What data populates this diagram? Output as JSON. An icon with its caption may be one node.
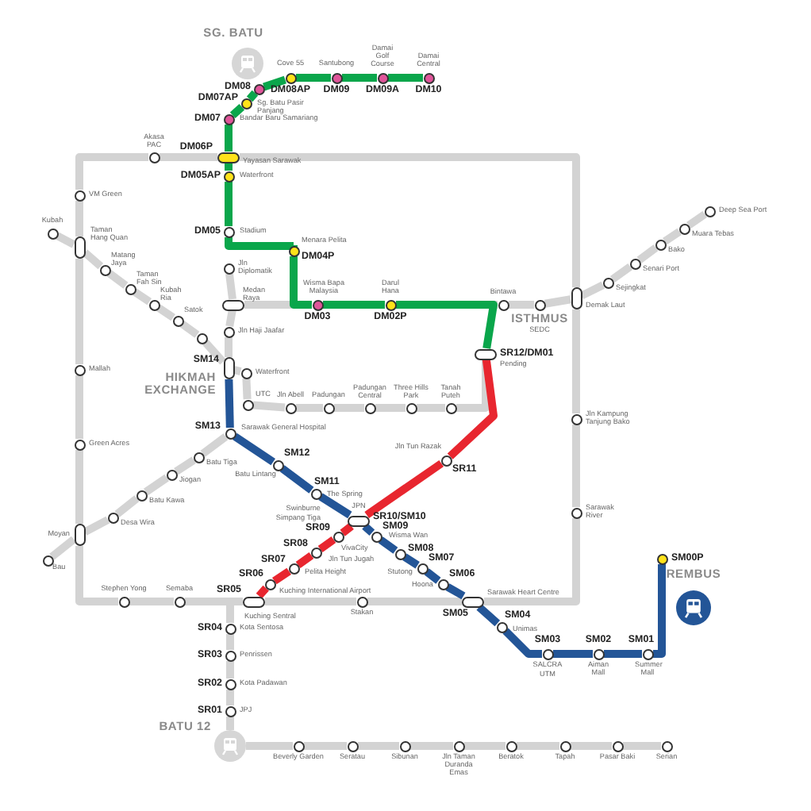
{
  "diagram": {
    "nodes": [
      {
        "text": [],
        "shape": "circle",
        "beside": [
          "DM10",
          "Damai Central"
        ]
      },
      {
        "text": [],
        "shape": "circle",
        "beside": [
          "DM09A",
          "Damai Golf Course"
        ]
      },
      {
        "text": [],
        "shape": "circle",
        "beside": [
          "DM09",
          "Santubong"
        ]
      },
      {
        "text": [],
        "shape": "circle",
        "beside": [
          "DM08AP",
          "Cove 55"
        ]
      },
      {
        "text": [],
        "shape": "circle",
        "beside": [
          "DM08"
        ]
      },
      {
        "text": [],
        "shape": "circle",
        "beside": [
          "DM07AP",
          "Sg. Batu Pasir Panjang"
        ]
      },
      {
        "text": [],
        "shape": "circle",
        "beside": [
          "DM07",
          "Bandar Baru Samariang"
        ]
      },
      {
        "text": [],
        "shape": "circle",
        "beside": [
          "DM06P",
          "Yayasan Sarawak"
        ]
      },
      {
        "text": [],
        "shape": "circle",
        "beside": [
          "DM05AP",
          "Waterfront"
        ]
      },
      {
        "text": [],
        "shape": "circle",
        "beside": [
          "DM05",
          "Stadium"
        ]
      },
      {
        "text": [],
        "shape": "circle",
        "beside": [
          "DM04P",
          "Menara Pelita"
        ]
      },
      {
        "text": [],
        "shape": "circle",
        "beside": [
          "DM03",
          "Wisma Bapa Malaysia"
        ]
      },
      {
        "text": [],
        "shape": "circle",
        "beside": [
          "DM02P",
          "Darul Hana"
        ]
      },
      {
        "text": [],
        "shape": "circle",
        "beside": [
          "SR12/DM01",
          "Pending"
        ]
      },
      {
        "text": [],
        "shape": "circle",
        "beside": [
          "SR11",
          "Jln Tun Razak"
        ]
      },
      {
        "text": [],
        "shape": "circle",
        "beside": [
          "SR10/SM10",
          "JPN",
          "Swinburne",
          "Simpang Tiga"
        ]
      },
      {
        "text": [],
        "shape": "circle",
        "beside": [
          "SR09",
          "VivaCity"
        ]
      },
      {
        "text": [],
        "shape": "circle",
        "beside": [
          "SR08",
          "Jln Tun Jugah"
        ]
      },
      {
        "text": [],
        "shape": "circle",
        "beside": [
          "SR07",
          "Pelita Height"
        ]
      },
      {
        "text": [],
        "shape": "circle",
        "beside": [
          "SR06",
          "Kuching International Airport"
        ]
      },
      {
        "text": [],
        "shape": "circle",
        "beside": [
          "SR05",
          "Kuching Sentral"
        ]
      },
      {
        "text": [],
        "shape": "circle",
        "beside": [
          "SR04",
          "Kota Sentosa"
        ]
      },
      {
        "text": [],
        "shape": "circle",
        "beside": [
          "SR03",
          "Penrissen"
        ]
      },
      {
        "text": [],
        "shape": "circle",
        "beside": [
          "SR02",
          "Kota Padawan"
        ]
      },
      {
        "text": [],
        "shape": "circle",
        "beside": [
          "SR01",
          "JPJ"
        ]
      },
      {
        "text": [],
        "shape": "circle",
        "beside": [
          "BATU 12"
        ]
      },
      {
        "text": [],
        "shape": "circle",
        "beside": [
          "SM14",
          "HIKMAH EXCHANGE"
        ]
      },
      {
        "text": [],
        "shape": "circle",
        "beside": [
          "SM13",
          "Sarawak General Hospital"
        ]
      },
      {
        "text": [],
        "shape": "circle",
        "beside": [
          "SM12",
          "Batu Lintang"
        ]
      },
      {
        "text": [],
        "shape": "circle",
        "beside": [
          "SM11",
          "The Spring"
        ]
      },
      {
        "text": [],
        "shape": "circle",
        "beside": [
          "SM09",
          "Wisma Wan"
        ]
      },
      {
        "text": [],
        "shape": "circle",
        "beside": [
          "SM08"
        ]
      },
      {
        "text": [],
        "shape": "circle",
        "beside": [
          "SM07",
          "Stutong"
        ]
      },
      {
        "text": [],
        "shape": "circle",
        "beside": [
          "SM06",
          "Hoona"
        ]
      },
      {
        "text": [],
        "shape": "circle",
        "beside": [
          "SM05",
          "Sarawak Heart Centre"
        ]
      },
      {
        "text": [],
        "shape": "circle",
        "beside": [
          "SM04",
          "Unimas"
        ]
      },
      {
        "text": [],
        "shape": "circle",
        "beside": [
          "SM03",
          "SALCRA",
          "UTM"
        ]
      },
      {
        "text": [],
        "shape": "circle",
        "beside": [
          "SM02",
          "Aiman Mall"
        ]
      },
      {
        "text": [],
        "shape": "circle",
        "beside": [
          "SM01",
          "Summer Mall"
        ]
      },
      {
        "text": [],
        "shape": "circle",
        "beside": [
          "SM00P"
        ]
      },
      {
        "text": [],
        "shape": "circle",
        "beside": [
          "Akasa PAC"
        ]
      },
      {
        "text": [],
        "shape": "circle",
        "beside": [
          "VM Green"
        ]
      },
      {
        "text": [],
        "shape": "circle",
        "beside": [
          "Taman Hang Quan"
        ]
      },
      {
        "text": [],
        "shape": "circle",
        "beside": [
          "Kubah"
        ]
      },
      {
        "text": [],
        "shape": "circle",
        "beside": [
          "Matang Jaya"
        ]
      },
      {
        "text": [],
        "shape": "circle",
        "beside": [
          "Taman Fah Sin"
        ]
      },
      {
        "text": [],
        "shape": "circle",
        "beside": [
          "Kubah Ria"
        ]
      },
      {
        "text": [],
        "shape": "circle",
        "beside": [
          "Satok"
        ]
      },
      {
        "text": [],
        "shape": "circle"
      },
      {
        "text": [],
        "shape": "circle",
        "beside": [
          "Jln Diplomatik"
        ]
      },
      {
        "text": [],
        "shape": "circle",
        "beside": [
          "Medan Raya"
        ]
      },
      {
        "text": [],
        "shape": "circle",
        "beside": [
          "Jln Haji Jaafar"
        ]
      },
      {
        "text": [],
        "shape": "circle",
        "beside": [
          "Waterfront"
        ]
      },
      {
        "text": [],
        "shape": "circle",
        "beside": [
          "UTC"
        ]
      },
      {
        "text": [],
        "shape": "circle",
        "beside": [
          "Jln Abell"
        ]
      },
      {
        "text": [],
        "shape": "circle",
        "beside": [
          "Padungan"
        ]
      },
      {
        "text": [],
        "shape": "circle",
        "beside": [
          "Padungan Central"
        ]
      },
      {
        "text": [],
        "shape": "circle",
        "beside": [
          "Three Hills Park"
        ]
      },
      {
        "text": [],
        "shape": "circle",
        "beside": [
          "Tanah Puteh"
        ]
      },
      {
        "text": [],
        "shape": "circle",
        "beside": [
          "Bintawa"
        ]
      },
      {
        "text": [],
        "shape": "circle",
        "beside": [
          "ISTHMUS",
          "SEDC"
        ]
      },
      {
        "text": [],
        "shape": "circle",
        "beside": [
          "Demak Laut"
        ]
      },
      {
        "text": [],
        "shape": "circle",
        "beside": [
          "Sejingkat"
        ]
      },
      {
        "text": [],
        "shape": "circle",
        "beside": [
          "Senari Port"
        ]
      },
      {
        "text": [],
        "shape": "circle",
        "beside": [
          "Bako"
        ]
      },
      {
        "text": [],
        "shape": "circle",
        "beside": [
          "Muara Tebas"
        ]
      },
      {
        "text": [],
        "shape": "circle",
        "beside": [
          "Deep Sea Port"
        ]
      },
      {
        "text": [],
        "shape": "circle",
        "beside": [
          "Jln Kampung Tanjung Bako"
        ]
      },
      {
        "text": [],
        "shape": "circle",
        "beside": [
          "Sarawak River"
        ]
      },
      {
        "text": [],
        "shape": "circle",
        "beside": [
          "Stakan"
        ]
      },
      {
        "text": [],
        "shape": "circle",
        "beside": [
          "Semaba"
        ]
      },
      {
        "text": [],
        "shape": "circle",
        "beside": [
          "Stephen Yong"
        ]
      },
      {
        "text": [],
        "shape": "circle",
        "beside": [
          "Mallah"
        ]
      },
      {
        "text": [],
        "shape": "circle",
        "beside": [
          "Green Acres"
        ]
      },
      {
        "text": [],
        "shape": "circle",
        "beside": [
          "Moyan"
        ]
      },
      {
        "text": [],
        "shape": "circle",
        "beside": [
          "Bau"
        ]
      },
      {
        "text": [],
        "shape": "circle",
        "beside": [
          "Desa Wira"
        ]
      },
      {
        "text": [],
        "shape": "circle",
        "beside": [
          "Batu Kawa"
        ]
      },
      {
        "text": [],
        "shape": "circle",
        "beside": [
          "Jiogan"
        ]
      },
      {
        "text": [],
        "shape": "circle",
        "beside": [
          "Batu Tiga"
        ]
      },
      {
        "text": [],
        "shape": "circle",
        "beside": [
          "Beverly Garden"
        ]
      },
      {
        "text": [],
        "shape": "circle",
        "beside": [
          "Seratau"
        ]
      },
      {
        "text": [],
        "shape": "circle",
        "beside": [
          "Sibunan"
        ]
      },
      {
        "text": [],
        "shape": "circle",
        "beside": [
          "Jln Taman Duranda Emas"
        ]
      },
      {
        "text": [],
        "shape": "circle",
        "beside": [
          "Beratok"
        ]
      },
      {
        "text": [],
        "shape": "circle",
        "beside": [
          "Tapah"
        ]
      },
      {
        "text": [],
        "shape": "circle",
        "beside": [
          "Pasar Baki"
        ]
      },
      {
        "text": [],
        "shape": "circle",
        "beside": [
          "Serian"
        ]
      }
    ],
    "edges": [
      {
        "from": 0,
        "to": 1,
        "arrow": "none",
        "color": "#0aa64b"
      },
      {
        "from": 1,
        "to": 2,
        "arrow": "none",
        "color": "#0aa64b"
      },
      {
        "from": 2,
        "to": 3,
        "arrow": "none",
        "color": "#0aa64b"
      },
      {
        "from": 3,
        "to": 4,
        "arrow": "none",
        "color": "#0aa64b"
      },
      {
        "from": 4,
        "to": 5,
        "arrow": "none",
        "color": "#0aa64b"
      },
      {
        "from": 5,
        "to": 6,
        "arrow": "none",
        "color": "#0aa64b"
      },
      {
        "from": 6,
        "to": 7,
        "arrow": "none",
        "color": "#0aa64b"
      },
      {
        "from": 7,
        "to": 8,
        "arrow": "none",
        "color": "#0aa64b"
      },
      {
        "from": 8,
        "to": 9,
        "arrow": "none",
        "color": "#0aa64b"
      },
      {
        "from": 9,
        "to": 10,
        "arrow": "none",
        "color": "#0aa64b"
      },
      {
        "from": 10,
        "to": 11,
        "arrow": "none",
        "color": "#0aa64b"
      },
      {
        "from": 11,
        "to": 12,
        "arrow": "none",
        "color": "#0aa64b"
      },
      {
        "from": 12,
        "to": 13,
        "arrow": "none",
        "color": "#0aa64b"
      },
      {
        "from": 13,
        "to": 14,
        "arrow": "none",
        "color": "#e8262f"
      },
      {
        "from": 14,
        "to": 15,
        "arrow": "none",
        "color": "#e8262f"
      },
      {
        "from": 15,
        "to": 16,
        "arrow": "none",
        "color": "#e8262f"
      },
      {
        "from": 16,
        "to": 17,
        "arrow": "none",
        "color": "#e8262f"
      },
      {
        "from": 17,
        "to": 18,
        "arrow": "none",
        "color": "#e8262f"
      },
      {
        "from": 18,
        "to": 19,
        "arrow": "none",
        "color": "#e8262f"
      },
      {
        "from": 19,
        "to": 20,
        "arrow": "none",
        "color": "#e8262f"
      },
      {
        "from": 26,
        "to": 27,
        "arrow": "none",
        "color": "#235597"
      },
      {
        "from": 27,
        "to": 28,
        "arrow": "none",
        "color": "#235597"
      },
      {
        "from": 28,
        "to": 29,
        "arrow": "none",
        "color": "#235597"
      },
      {
        "from": 29,
        "to": 15,
        "arrow": "none",
        "color": "#235597"
      },
      {
        "from": 15,
        "to": 30,
        "arrow": "none",
        "color": "#235597"
      },
      {
        "from": 30,
        "to": 31,
        "arrow": "none",
        "color": "#235597"
      },
      {
        "from": 31,
        "to": 32,
        "arrow": "none",
        "color": "#235597"
      },
      {
        "from": 32,
        "to": 33,
        "arrow": "none",
        "color": "#235597"
      },
      {
        "from": 33,
        "to": 34,
        "arrow": "none",
        "color": "#235597"
      },
      {
        "from": 34,
        "to": 35,
        "arrow": "none",
        "color": "#235597"
      },
      {
        "from": 35,
        "to": 36,
        "arrow": "none",
        "color": "#235597"
      },
      {
        "from": 36,
        "to": 37,
        "arrow": "none",
        "color": "#235597"
      },
      {
        "from": 37,
        "to": 38,
        "arrow": "none",
        "color": "#235597"
      },
      {
        "from": 38,
        "to": 39,
        "arrow": "none",
        "color": "#235597"
      },
      {
        "from": 20,
        "to": 21,
        "arrow": "none"
      },
      {
        "from": 21,
        "to": 22,
        "arrow": "none"
      },
      {
        "from": 22,
        "to": 23,
        "arrow": "none"
      },
      {
        "from": 23,
        "to": 24,
        "arrow": "none"
      },
      {
        "from": 24,
        "to": 25,
        "arrow": "none"
      },
      {
        "from": 25,
        "to": 80,
        "arrow": "none"
      },
      {
        "from": 80,
        "to": 81,
        "arrow": "none"
      },
      {
        "from": 81,
        "to": 82,
        "arrow": "none"
      },
      {
        "from": 82,
        "to": 83,
        "arrow": "none"
      },
      {
        "from": 83,
        "to": 84,
        "arrow": "none"
      },
      {
        "from": 84,
        "to": 85,
        "arrow": "none"
      },
      {
        "from": 85,
        "to": 86,
        "arrow": "none"
      },
      {
        "from": 86,
        "to": 87,
        "arrow": "none"
      },
      {
        "from": 41,
        "to": 40,
        "arrow": "none"
      },
      {
        "from": 40,
        "to": 7,
        "arrow": "none"
      },
      {
        "from": 7,
        "to": 61,
        "arrow": "none"
      },
      {
        "from": 61,
        "to": 67,
        "arrow": "none"
      },
      {
        "from": 67,
        "to": 68,
        "arrow": "none"
      },
      {
        "from": 68,
        "to": 34,
        "arrow": "none"
      },
      {
        "from": 34,
        "to": 69,
        "arrow": "none"
      },
      {
        "from": 69,
        "to": 20,
        "arrow": "none"
      },
      {
        "from": 20,
        "to": 70,
        "arrow": "none"
      },
      {
        "from": 70,
        "to": 71,
        "arrow": "none"
      },
      {
        "from": 71,
        "to": 74,
        "arrow": "none"
      },
      {
        "from": 74,
        "to": 73,
        "arrow": "none"
      },
      {
        "from": 73,
        "to": 72,
        "arrow": "none"
      },
      {
        "from": 72,
        "to": 42,
        "arrow": "none"
      },
      {
        "from": 42,
        "to": 41,
        "arrow": "none"
      },
      {
        "from": 43,
        "to": 42,
        "arrow": "none"
      },
      {
        "from": 42,
        "to": 44,
        "arrow": "none"
      },
      {
        "from": 44,
        "to": 45,
        "arrow": "none"
      },
      {
        "from": 45,
        "to": 46,
        "arrow": "none"
      },
      {
        "from": 46,
        "to": 47,
        "arrow": "none"
      },
      {
        "from": 47,
        "to": 48,
        "arrow": "none"
      },
      {
        "from": 48,
        "to": 26,
        "arrow": "none"
      },
      {
        "from": 49,
        "to": 50,
        "arrow": "none"
      },
      {
        "from": 50,
        "to": 51,
        "arrow": "none"
      },
      {
        "from": 51,
        "to": 26,
        "arrow": "none"
      },
      {
        "from": 50,
        "to": 11,
        "arrow": "none"
      },
      {
        "from": 12,
        "to": 59,
        "arrow": "none"
      },
      {
        "from": 59,
        "to": 60,
        "arrow": "none"
      },
      {
        "from": 60,
        "to": 61,
        "arrow": "none"
      },
      {
        "from": 26,
        "to": 52,
        "arrow": "none"
      },
      {
        "from": 52,
        "to": 53,
        "arrow": "none"
      },
      {
        "from": 53,
        "to": 54,
        "arrow": "none"
      },
      {
        "from": 54,
        "to": 55,
        "arrow": "none"
      },
      {
        "from": 55,
        "to": 56,
        "arrow": "none"
      },
      {
        "from": 56,
        "to": 57,
        "arrow": "none"
      },
      {
        "from": 57,
        "to": 58,
        "arrow": "none"
      },
      {
        "from": 58,
        "to": 13,
        "arrow": "none"
      },
      {
        "from": 27,
        "to": 79,
        "arrow": "none"
      },
      {
        "from": 79,
        "to": 78,
        "arrow": "none"
      },
      {
        "from": 78,
        "to": 77,
        "arrow": "none"
      },
      {
        "from": 77,
        "to": 76,
        "arrow": "none"
      },
      {
        "from": 76,
        "to": 74,
        "arrow": "none"
      },
      {
        "from": 74,
        "to": 75,
        "arrow": "none"
      },
      {
        "from": 61,
        "to": 62,
        "arrow": "none"
      },
      {
        "from": 62,
        "to": 63,
        "arrow": "none"
      },
      {
        "from": 63,
        "to": 64,
        "arrow": "none"
      },
      {
        "from": 64,
        "to": 65,
        "arrow": "none"
      },
      {
        "from": 65,
        "to": 66,
        "arrow": "none"
      }
    ],
    "labels": [
      "SG. BATU",
      "REMBUS"
    ]
  }
}
